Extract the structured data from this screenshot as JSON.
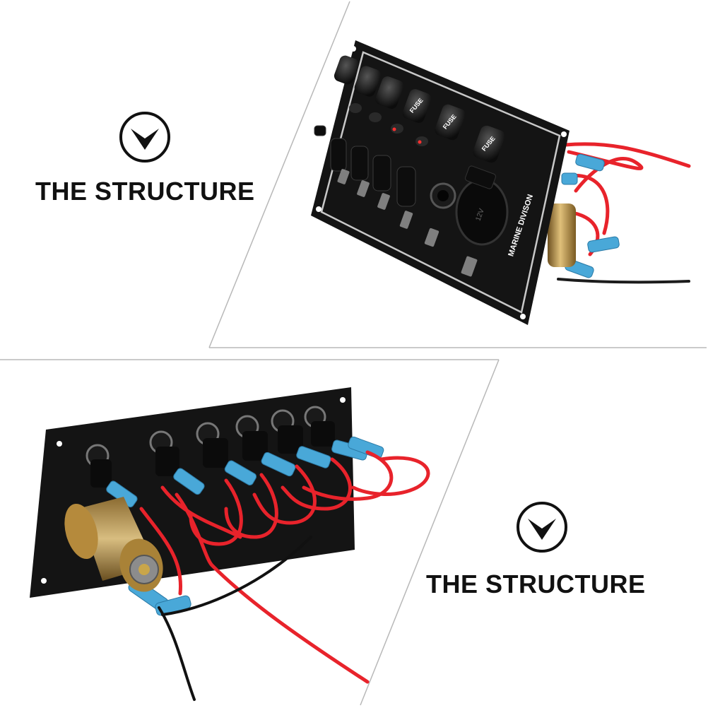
{
  "panel_top": {
    "caption": "THE STRUCTURE",
    "badge_icon": "chevron-down-circle-icon",
    "panel_brand": "MARINE DIVISON",
    "fuse_label": "FUSE",
    "socket_label": "12V"
  },
  "panel_bottom": {
    "caption": "THE STRUCTURE",
    "badge_icon": "chevron-down-circle-icon"
  },
  "colors": {
    "panel": "#141414",
    "wire_red": "#e8232b",
    "connector_blue": "#49a8d8",
    "brass": "#b58a3c",
    "frame_line": "#b8b8b8"
  }
}
